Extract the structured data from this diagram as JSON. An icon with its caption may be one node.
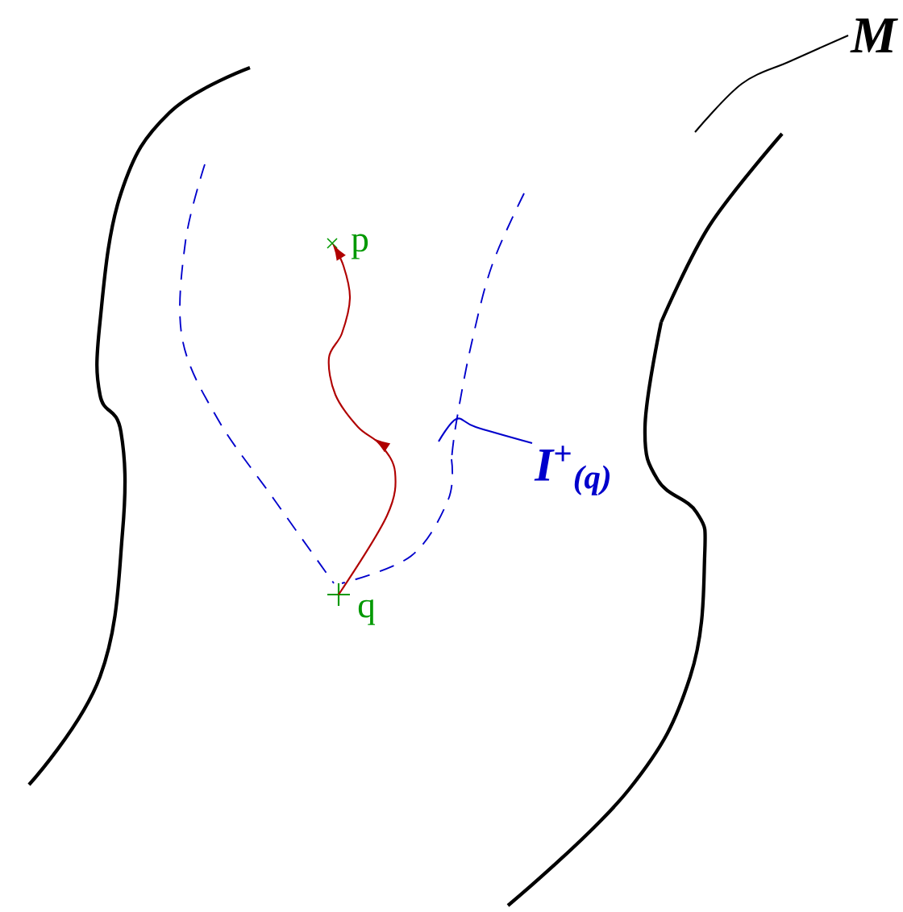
{
  "diagram": {
    "nodes": [
      {
        "text": [
          "p"
        ]
      },
      {
        "text": [
          "q"
        ]
      },
      {
        "text": [
          "M"
        ]
      },
      {
        "text": [
          "I$^{+}$$_{(q)}$"
        ]
      },
      {
        "text": [],
        "shape": "curve"
      },
      {
        "text": [],
        "shape": "curve"
      }
    ],
    "edges": [
      {
        "from": 1,
        "to": 0,
        "arrow": "to",
        "color": "#b00000"
      },
      {
        "from": 2,
        "to": 5,
        "arrow": "none",
        "color": "#000000"
      },
      {
        "from": 3,
        "to": 4,
        "arrow": "none",
        "color": "#0000cc"
      }
    ]
  }
}
